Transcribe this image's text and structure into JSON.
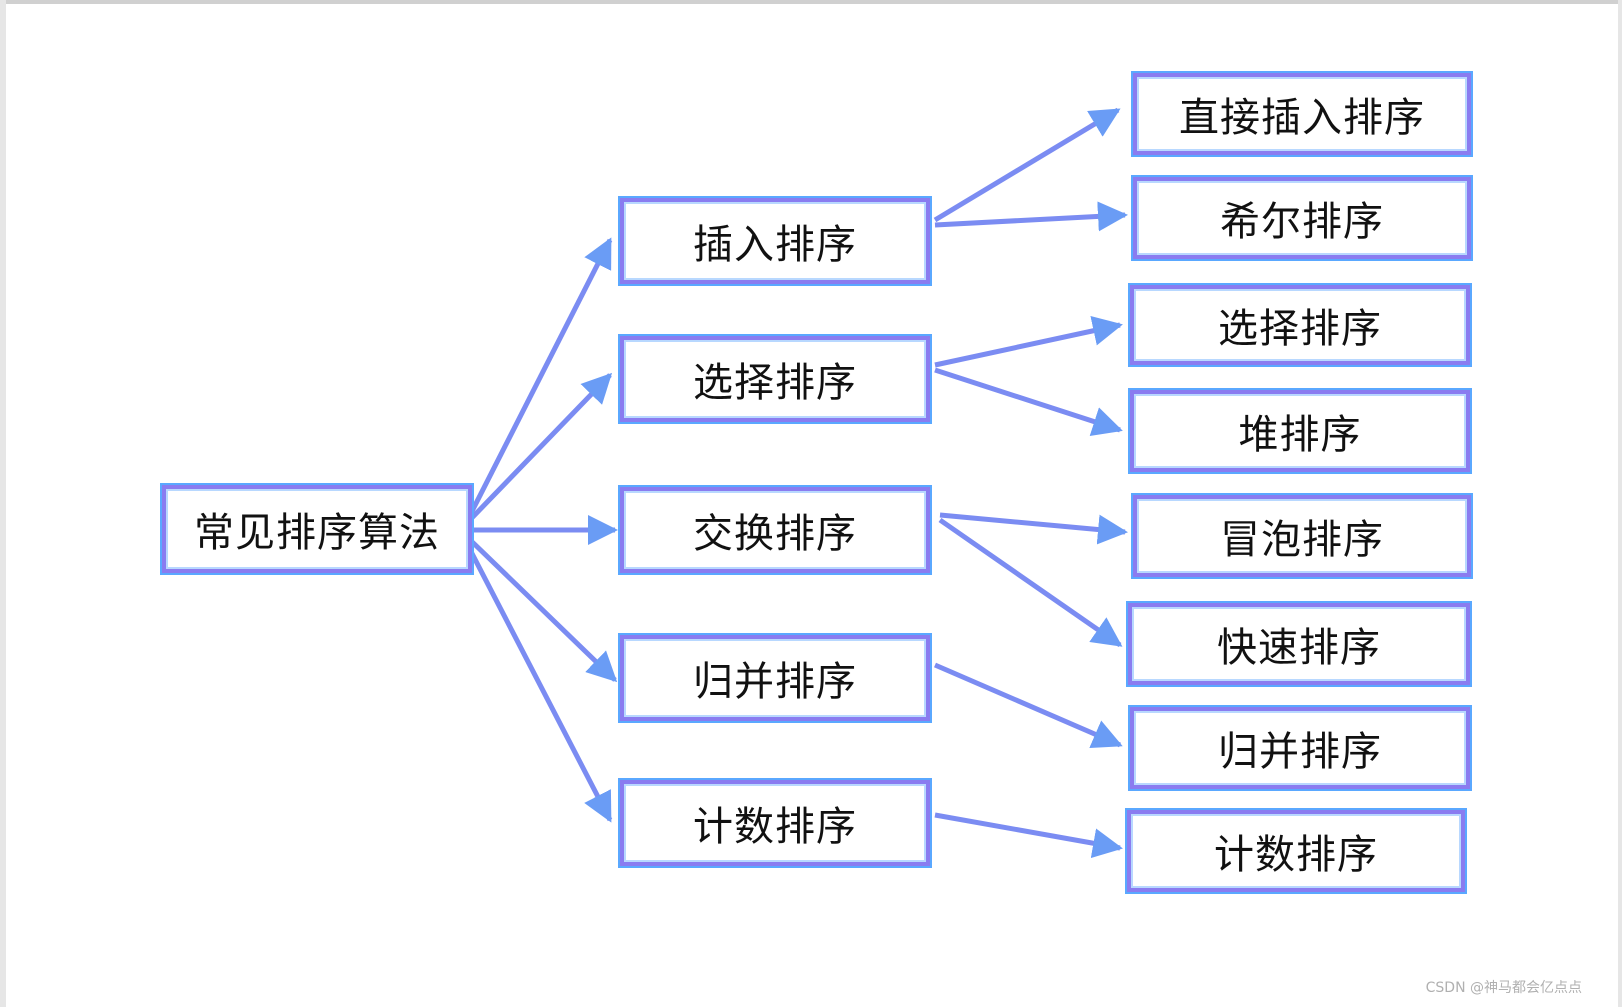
{
  "diagram": {
    "root": {
      "label": "常见排序算法"
    },
    "categories": [
      {
        "label": "插入排序"
      },
      {
        "label": "选择排序"
      },
      {
        "label": "交换排序"
      },
      {
        "label": "归并排序"
      },
      {
        "label": "计数排序"
      }
    ],
    "leaves": [
      {
        "label": "直接插入排序"
      },
      {
        "label": "希尔排序"
      },
      {
        "label": "选择排序"
      },
      {
        "label": "堆排序"
      },
      {
        "label": "冒泡排序"
      },
      {
        "label": "快速排序"
      },
      {
        "label": "归并排序"
      },
      {
        "label": "计数排序"
      }
    ],
    "edge_color": "#6a9cf5",
    "border_color": "#8a7cf0"
  },
  "watermark": "CSDN @神马都会亿点点"
}
